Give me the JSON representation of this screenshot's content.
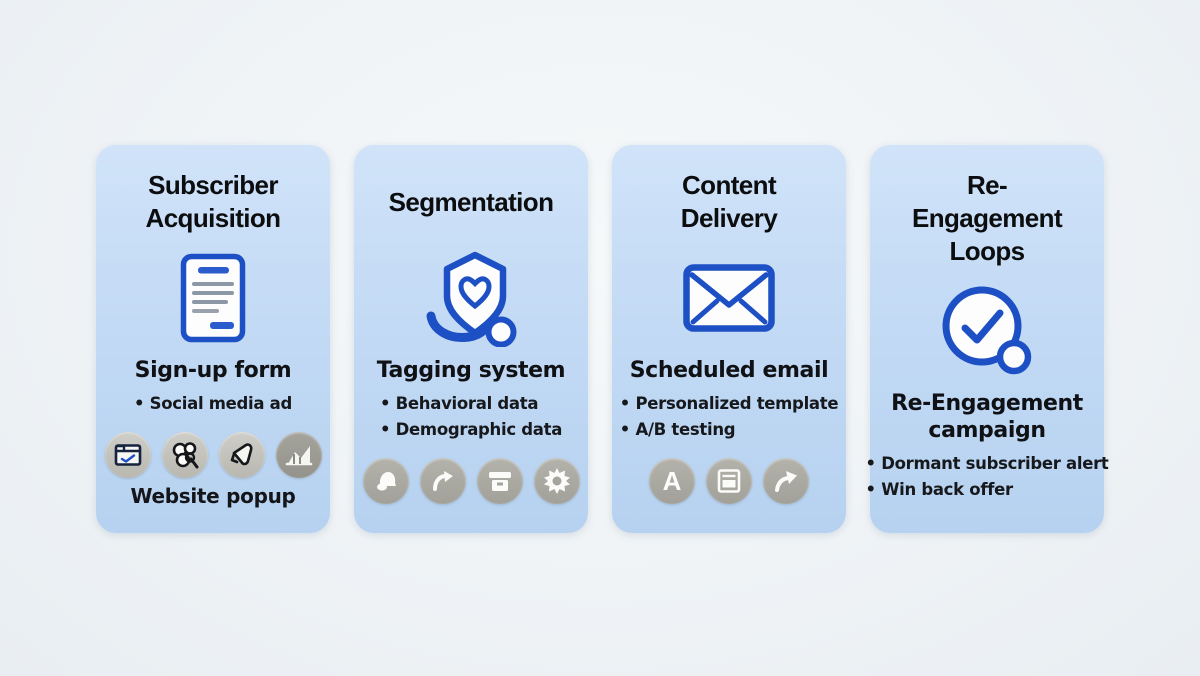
{
  "colors": {
    "accent_blue": "#1d50c4",
    "card_background": "#c3daf5",
    "page_background": "#eff3f6",
    "mini_circle_gray": "#a9a8a1",
    "title_text": "#0c0d0f"
  },
  "cards": [
    {
      "title": "Subscriber Acquisition",
      "main_icon": "signup-form-document-icon",
      "subtitle": "Sign-up form",
      "bullets": [
        "Social media ad"
      ],
      "mini_icons": [
        "browser-window-check-icon",
        "audience-search-icon",
        "megaphone-icon",
        "analytics-chart-icon"
      ],
      "footer": "Website popup"
    },
    {
      "title": "Segmentation",
      "main_icon": "shield-heart-hand-icon",
      "subtitle": "Tagging system",
      "bullets": [
        "Behavioral data",
        "Demographic data"
      ],
      "mini_icons": [
        "bell-tag-icon",
        "curved-arrow-icon",
        "archive-box-icon",
        "gear-burst-icon"
      ],
      "footer": ""
    },
    {
      "title": "Content Delivery",
      "main_icon": "email-envelope-icon",
      "subtitle": "Scheduled email",
      "bullets": [
        "Personalized template",
        "A/B testing"
      ],
      "mini_icons": [
        "letter-a-icon",
        "template-doc-icon",
        "arrow-up-right-icon"
      ],
      "footer": ""
    },
    {
      "title": "Re-Engagement Loops",
      "main_icon": "check-circle-loop-icon",
      "subtitle": "Re-Engagement campaign",
      "bullets": [
        "Dormant subscriber alert",
        "Win back offer"
      ],
      "mini_icons": [],
      "footer": ""
    }
  ]
}
